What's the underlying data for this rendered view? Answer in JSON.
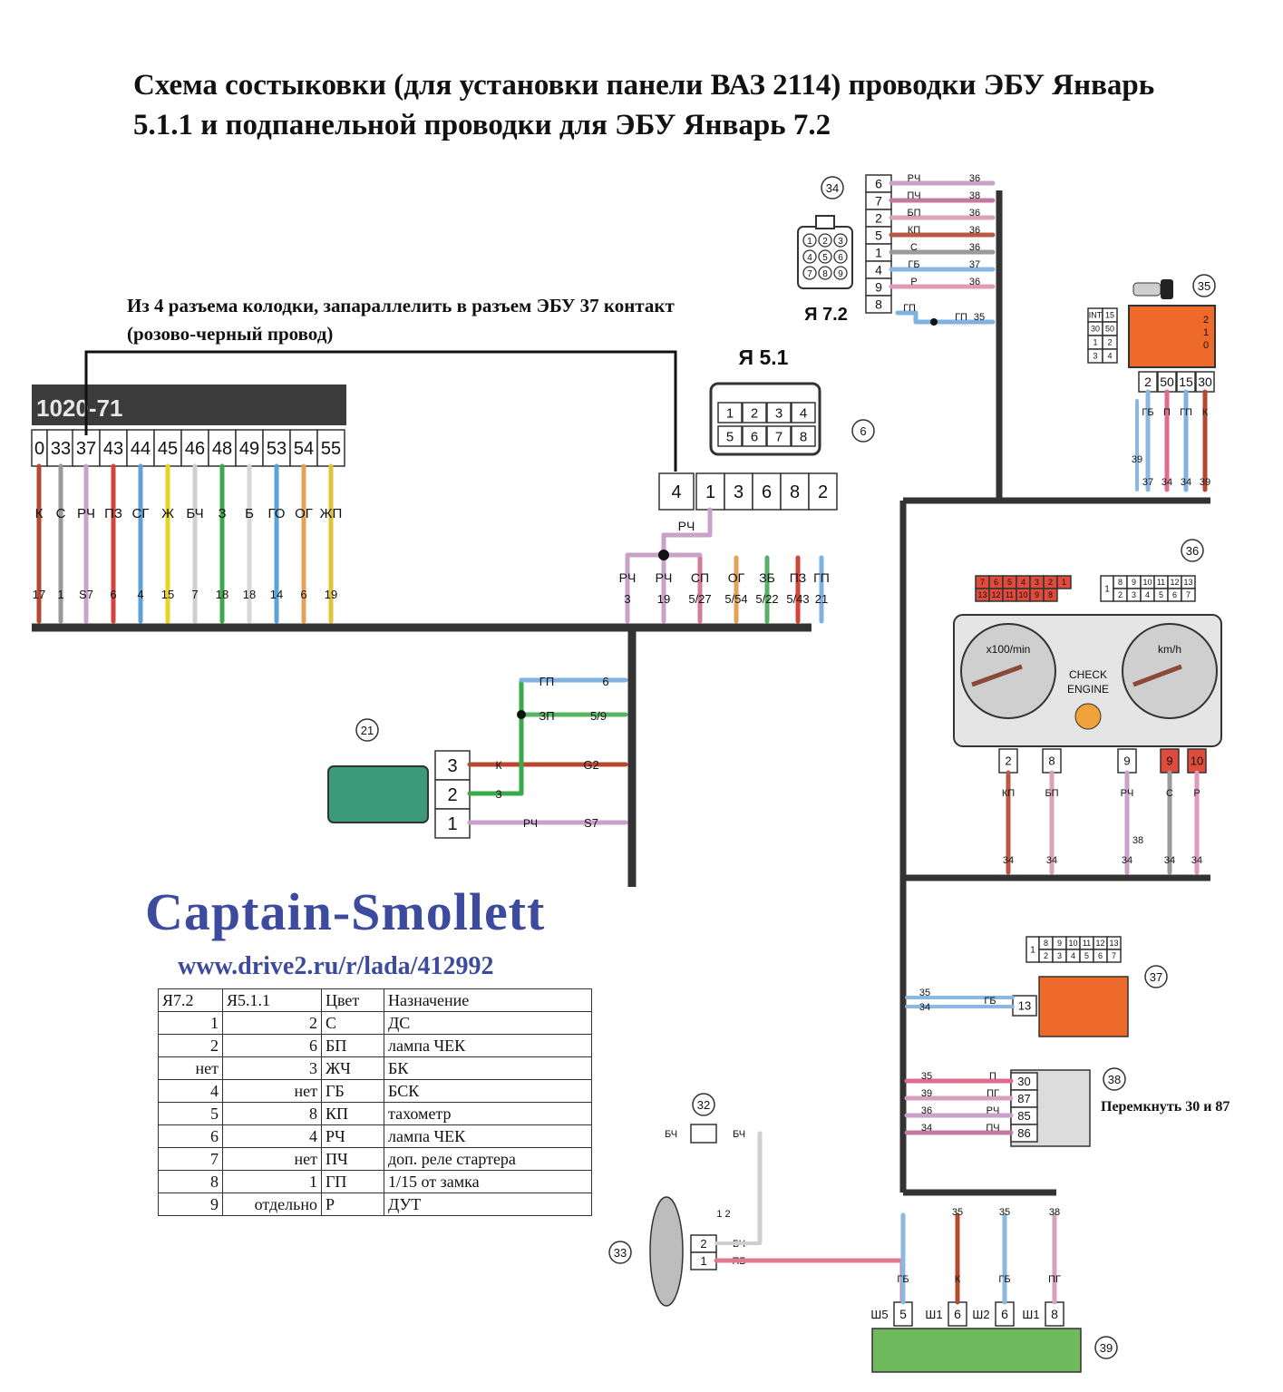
{
  "title": "Схема состыковки (для установки панели ВАЗ 2114) проводки ЭБУ Январь 5.1.1 и подпанельной проводки для ЭБУ Январь 7.2",
  "note": "Из  4 разъема колодки, запараллелить в разъем ЭБУ 37 контакт (розово-черный провод)",
  "brand": "Captain-Smollett",
  "url": "www.drive2.ru/r/lada/412992",
  "note_38": "Перемкнуть 30 и 87",
  "connector_labels": {
    "ya72": "Я 7.2",
    "ya51": "Я 5.1",
    "ecu_block": "1020-71"
  },
  "ecu_pins": [
    "0",
    "33",
    "37",
    "43",
    "44",
    "45",
    "46",
    "48",
    "49",
    "53",
    "54",
    "55"
  ],
  "ecu_wire_colors": [
    "К",
    "С",
    "РЧ",
    "ПЗ",
    "СГ",
    "Ж",
    "БЧ",
    "З",
    "Б",
    "ГО",
    "ОГ",
    "ЖП"
  ],
  "ecu_wire_ends": [
    "17",
    "1",
    "S7",
    "6",
    "4",
    "15",
    "7",
    "18",
    "18",
    "14",
    "6",
    "19"
  ],
  "ya51_pins": [
    "4",
    "1",
    "3",
    "6",
    "8",
    "2"
  ],
  "ya51_plug_top": [
    "1",
    "2",
    "3",
    "4"
  ],
  "ya51_plug_bottom": [
    "5",
    "6",
    "7",
    "8"
  ],
  "ya51_wires": [
    {
      "color": "РЧ",
      "end": "3"
    },
    {
      "color": "РЧ",
      "end": "19"
    },
    {
      "color": "СП",
      "end": "5/27"
    },
    {
      "color": "ОГ",
      "end": "5/54"
    },
    {
      "color": "ЗБ",
      "end": "5/22"
    },
    {
      "color": "ПЗ",
      "end": "5/43"
    },
    {
      "color": "ГП",
      "end": "21"
    }
  ],
  "ya72_pins": [
    "6",
    "7",
    "2",
    "5",
    "1",
    "4",
    "9",
    "8"
  ],
  "ya72_wires": [
    {
      "color": "РЧ",
      "end": "36"
    },
    {
      "color": "ПЧ",
      "end": "38"
    },
    {
      "color": "БП",
      "end": "36"
    },
    {
      "color": "КП",
      "end": "36"
    },
    {
      "color": "С",
      "end": "36"
    },
    {
      "color": "ГБ",
      "end": "37"
    },
    {
      "color": "Р",
      "end": "36"
    },
    {
      "color": "ГП",
      "end": "35"
    }
  ],
  "ya72_plug": [
    "1",
    "2",
    "3",
    "4",
    "5",
    "6",
    "7",
    "8",
    "9"
  ],
  "ign_switch": {
    "pins": [
      "2",
      "50",
      "15",
      "30"
    ],
    "wires": [
      "ГБ",
      "П",
      "ГП",
      "К"
    ],
    "ends": [
      "39",
      "37",
      "34",
      "34",
      "39"
    ],
    "positions": [
      "2",
      "1",
      "0"
    ],
    "legend": [
      [
        "INT",
        "15"
      ],
      [
        "30",
        "50"
      ],
      [
        "1",
        "2"
      ],
      [
        "3",
        "4"
      ]
    ]
  },
  "cluster": {
    "tacho": "x100/min",
    "speedo": "km/h",
    "check": [
      "CHECK",
      "ENGINE"
    ],
    "pins": [
      "2",
      "8",
      "9",
      "9",
      "10"
    ],
    "wires": [
      "КП",
      "БП",
      "РЧ",
      "С",
      "Р"
    ],
    "ends": [
      "34",
      "34",
      "34",
      "34",
      "34"
    ],
    "extra": "38",
    "red_top": [
      "7",
      "6",
      "5",
      "4",
      "3",
      "2",
      "1"
    ],
    "red_bottom": [
      "13",
      "12",
      "11",
      "10",
      "9",
      "8"
    ],
    "grey_top": [
      "8",
      "9",
      "10",
      "11",
      "12",
      "13"
    ],
    "grey_bottom": [
      "2",
      "3",
      "4",
      "5",
      "6",
      "7"
    ],
    "grey_one": "1"
  },
  "c21": {
    "pins": [
      "3",
      "2",
      "1"
    ],
    "wires": [
      "К",
      "З",
      "РЧ"
    ],
    "ends": [
      "G2",
      "S7"
    ],
    "top": [
      {
        "color": "ГП",
        "end": "6"
      },
      {
        "color": "ЗП",
        "end": "5/9"
      }
    ]
  },
  "c37": {
    "pin": "13",
    "wire": "ГБ",
    "ends": [
      "35",
      "34"
    ],
    "grey_top": [
      "8",
      "9",
      "10",
      "11",
      "12",
      "13"
    ],
    "grey_bottom": [
      "2",
      "3",
      "4",
      "5",
      "6",
      "7"
    ],
    "grey_one": "1"
  },
  "c38": {
    "pins": [
      "30",
      "87",
      "85",
      "86"
    ],
    "wires": [
      "П",
      "ПГ",
      "РЧ",
      "ПЧ"
    ],
    "ends": [
      "35",
      "39",
      "36",
      "34"
    ]
  },
  "c32": {
    "left": "БЧ",
    "right": "БЧ"
  },
  "c33": {
    "pins": [
      "2",
      "1"
    ],
    "wires": [
      "БЧ",
      "ПБ"
    ],
    "legend": "1 2"
  },
  "c39": {
    "groups": [
      [
        "Ш5",
        "5"
      ],
      [
        "Ш1",
        "6"
      ],
      [
        "Ш2",
        "6"
      ],
      [
        "Ш1",
        "8"
      ]
    ],
    "wires": [
      "ГБ",
      "К",
      "ГБ",
      "ПГ"
    ],
    "ends": [
      "35",
      "35",
      "38"
    ]
  },
  "callouts": [
    "34",
    "35",
    "6",
    "36",
    "21",
    "37",
    "38",
    "32",
    "33",
    "39"
  ],
  "table": {
    "headers": [
      "Я7.2",
      "Я5.1.1",
      "Цвет",
      "Назначение"
    ],
    "rows": [
      [
        "1",
        "2",
        "С",
        "ДС"
      ],
      [
        "2",
        "6",
        "БП",
        "лампа ЧЕК"
      ],
      [
        "нет",
        "3",
        "ЖЧ",
        "БК"
      ],
      [
        "4",
        "нет",
        "ГБ",
        "БСК"
      ],
      [
        "5",
        "8",
        "КП",
        "тахометр"
      ],
      [
        "6",
        "4",
        "РЧ",
        "лампа ЧЕК"
      ],
      [
        "7",
        "нет",
        "ПЧ",
        "доп. реле стартера"
      ],
      [
        "8",
        "1",
        "ГП",
        "1/15 от замка"
      ],
      [
        "9",
        "отдельно",
        "Р",
        "ДУТ"
      ]
    ]
  }
}
